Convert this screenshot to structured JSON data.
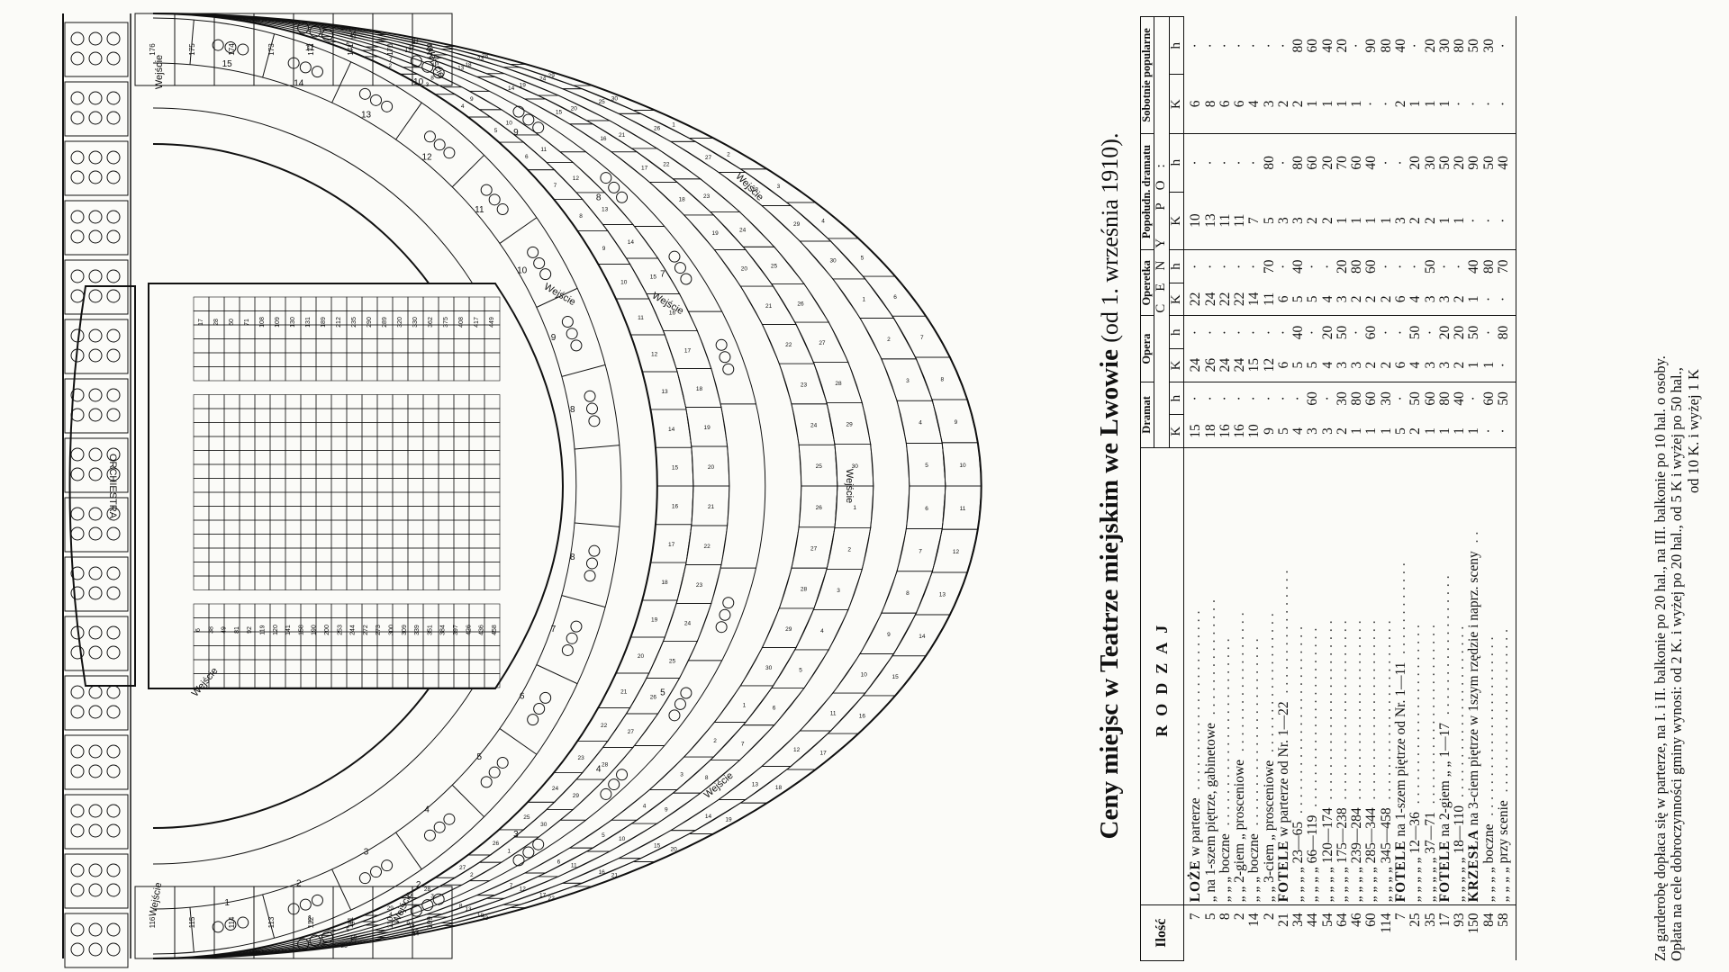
{
  "plan": {
    "orchestra_label": "ORCHIESTRA",
    "entrance_label": "Wejście",
    "loge_numbers_top": [
      "15",
      "14",
      "13",
      "12",
      "11",
      "10",
      "9",
      "8"
    ],
    "loge_numbers_bottom": [
      "1",
      "2",
      "3",
      "4",
      "5",
      "6",
      "7",
      "8"
    ],
    "loge_numbers_inner_top": [
      "10",
      "9",
      "8",
      "7",
      "6",
      "5"
    ],
    "loge_numbers_inner_bottom": [
      "1",
      "2",
      "3",
      "4",
      "5"
    ],
    "loge_numbers_upper": [
      "11",
      "10",
      "9",
      "8",
      "7"
    ],
    "stall_labels_top": [
      "17",
      "28",
      "60",
      "71",
      "108",
      "109",
      "130",
      "131",
      "189",
      "212",
      "235",
      "290",
      "289",
      "320",
      "330",
      "362",
      "375",
      "408",
      "417",
      "449"
    ],
    "stall_labels_bottom": [
      "6",
      "38",
      "49",
      "81",
      "92",
      "119",
      "120",
      "141",
      "158",
      "190",
      "200",
      "253",
      "244",
      "272",
      "273",
      "300",
      "309",
      "339",
      "351",
      "384",
      "397",
      "426",
      "436",
      "458"
    ],
    "gallery_labels_top": [
      "176",
      "175",
      "174",
      "173",
      "172",
      "171",
      "170",
      "169",
      "168",
      "167",
      "166",
      "165"
    ],
    "gallery_labels_bottom": [
      "116",
      "115",
      "114",
      "113",
      "112",
      "111",
      "110",
      "109"
    ],
    "balcony_labels": [
      "1",
      "2",
      "3",
      "4",
      "5",
      "6",
      "7",
      "8",
      "9",
      "10",
      "11",
      "12",
      "13",
      "14",
      "15",
      "16",
      "17",
      "18",
      "19",
      "20",
      "21",
      "22",
      "23",
      "24",
      "25",
      "26",
      "27",
      "28",
      "29",
      "30"
    ]
  },
  "prices": {
    "title": "Ceny miejsc w Teatrze miejskim we Lwowie",
    "subtitle": "(od 1. września 1910).",
    "header": {
      "ilosc": "Ilość",
      "rodzaj": "RODZAJ",
      "ceny_po": "CENY PO:",
      "columns": [
        "Dramat",
        "Opera",
        "Operetka",
        "Popołudn. dramatu",
        "Sobotnie popularne"
      ],
      "k": "K",
      "h": "h"
    },
    "rows": [
      {
        "qty": "7",
        "name": "LOŻE w parterze",
        "vals": [
          "15",
          "·",
          "24",
          "·",
          "22",
          "·",
          "10",
          "·",
          "6",
          "·"
        ]
      },
      {
        "qty": "5",
        "name": "„ na 1-szem piętrze, gabinetowe",
        "vals": [
          "18",
          "·",
          "26",
          "·",
          "24",
          "·",
          "13",
          "·",
          "8",
          "·"
        ]
      },
      {
        "qty": "8",
        "name": "„ „ „ boczne",
        "vals": [
          "16",
          "·",
          "24",
          "·",
          "22",
          "·",
          "11",
          "·",
          "6",
          "·"
        ]
      },
      {
        "qty": "2",
        "name": "„ „ 2-giem „ prosceniowe",
        "vals": [
          "16",
          "·",
          "24",
          "·",
          "22",
          "·",
          "11",
          "·",
          "6",
          "·"
        ]
      },
      {
        "qty": "14",
        "name": "„ „ „ boczne",
        "vals": [
          "10",
          "·",
          "15",
          "·",
          "14",
          "·",
          "7",
          "·",
          "4",
          "·"
        ]
      },
      {
        "qty": "2",
        "name": "„ „ 3-ciem „ prosceniowe",
        "vals": [
          "9",
          "·",
          "12",
          "·",
          "11",
          "70",
          "5",
          "80",
          "3",
          "·"
        ]
      },
      {
        "qty": "21",
        "name": "FOTELE w parterze od Nr. 1—22",
        "vals": [
          "5",
          "·",
          "6",
          "·",
          "6",
          "·",
          "3",
          "·",
          "2",
          "·"
        ]
      },
      {
        "qty": "34",
        "name": "„ „ „ „ 23—65",
        "vals": [
          "4",
          "·",
          "5",
          "40",
          "5",
          "40",
          "3",
          "80",
          "2",
          "80"
        ]
      },
      {
        "qty": "44",
        "name": "„ „ „ „ 66—119",
        "vals": [
          "3",
          "60",
          "5",
          "·",
          "5",
          "·",
          "2",
          "60",
          "1",
          "60"
        ]
      },
      {
        "qty": "54",
        "name": "„ „ „ „ 120—174",
        "vals": [
          "3",
          "·",
          "4",
          "20",
          "4",
          "·",
          "2",
          "20",
          "1",
          "40"
        ]
      },
      {
        "qty": "64",
        "name": "„ „ „ „ 175—238",
        "vals": [
          "2",
          "30",
          "3",
          "50",
          "3",
          "20",
          "1",
          "70",
          "1",
          "20"
        ]
      },
      {
        "qty": "46",
        "name": "„ „ „ „ 239—284",
        "vals": [
          "1",
          "80",
          "3",
          "·",
          "2",
          "80",
          "1",
          "60",
          "1",
          "·"
        ]
      },
      {
        "qty": "60",
        "name": "„ „ „ „ 285—344",
        "vals": [
          "1",
          "60",
          "2",
          "60",
          "2",
          "60",
          "1",
          "40",
          "·",
          "90"
        ]
      },
      {
        "qty": "114",
        "name": "„ „ „ „ 345—458",
        "vals": [
          "1",
          "30",
          "2",
          "·",
          "2",
          "·",
          "1",
          "·",
          "·",
          "80"
        ]
      },
      {
        "qty": "7",
        "name": "FOTELE na 1-szem piętrze od Nr. 1—11",
        "vals": [
          "5",
          "·",
          "6",
          "·",
          "6",
          "·",
          "3",
          "·",
          "2",
          "40"
        ]
      },
      {
        "qty": "25",
        "name": "„ „ „ „ „ 12—36",
        "vals": [
          "2",
          "50",
          "4",
          "50",
          "4",
          "·",
          "2",
          "20",
          "1",
          "·"
        ]
      },
      {
        "qty": "35",
        "name": "„ „ „ „ „ 37—71",
        "vals": [
          "1",
          "60",
          "3",
          "·",
          "3",
          "50",
          "2",
          "30",
          "1",
          "20"
        ]
      },
      {
        "qty": "17",
        "name": "FOTELE na 2-giem „ „ 1—17",
        "vals": [
          "1",
          "80",
          "3",
          "20",
          "3",
          "·",
          "1",
          "50",
          "1",
          "30"
        ]
      },
      {
        "qty": "93",
        "name": "„ „ „ „ „ 18—110",
        "vals": [
          "1",
          "40",
          "2",
          "20",
          "2",
          "·",
          "1",
          "20",
          "·",
          "80"
        ]
      },
      {
        "qty": "150",
        "name": "KRZESŁA na 3-ciem piętrze w 1szym rzędzie i naprz. sceny",
        "vals": [
          "1",
          "·",
          "1",
          "50",
          "1",
          "40",
          "·",
          "90",
          "·",
          "50"
        ]
      },
      {
        "qty": "84",
        "name": "„ „ „ „ boczne",
        "vals": [
          "·",
          "60",
          "1",
          "·",
          "·",
          "80",
          "·",
          "50",
          "·",
          "30"
        ]
      },
      {
        "qty": "58",
        "name": "„ „ „ „ przy scenie",
        "vals": [
          "·",
          "50",
          "·",
          "80",
          "·",
          "70",
          "·",
          "40",
          "·",
          "·"
        ]
      }
    ],
    "notes": [
      "Za garderobę dopłaca się w parterze, na I. i II. balkonie po 20 hal., na III. balkonie po 10 hal. o osoby.",
      "Opłata na cele dobroczynności gminy wynosi: od 2 K. i wyżej po 20 hal., od 5 K i wyżej po 50 hal.,",
      "od 10 K. i wyżej 1 K"
    ]
  }
}
